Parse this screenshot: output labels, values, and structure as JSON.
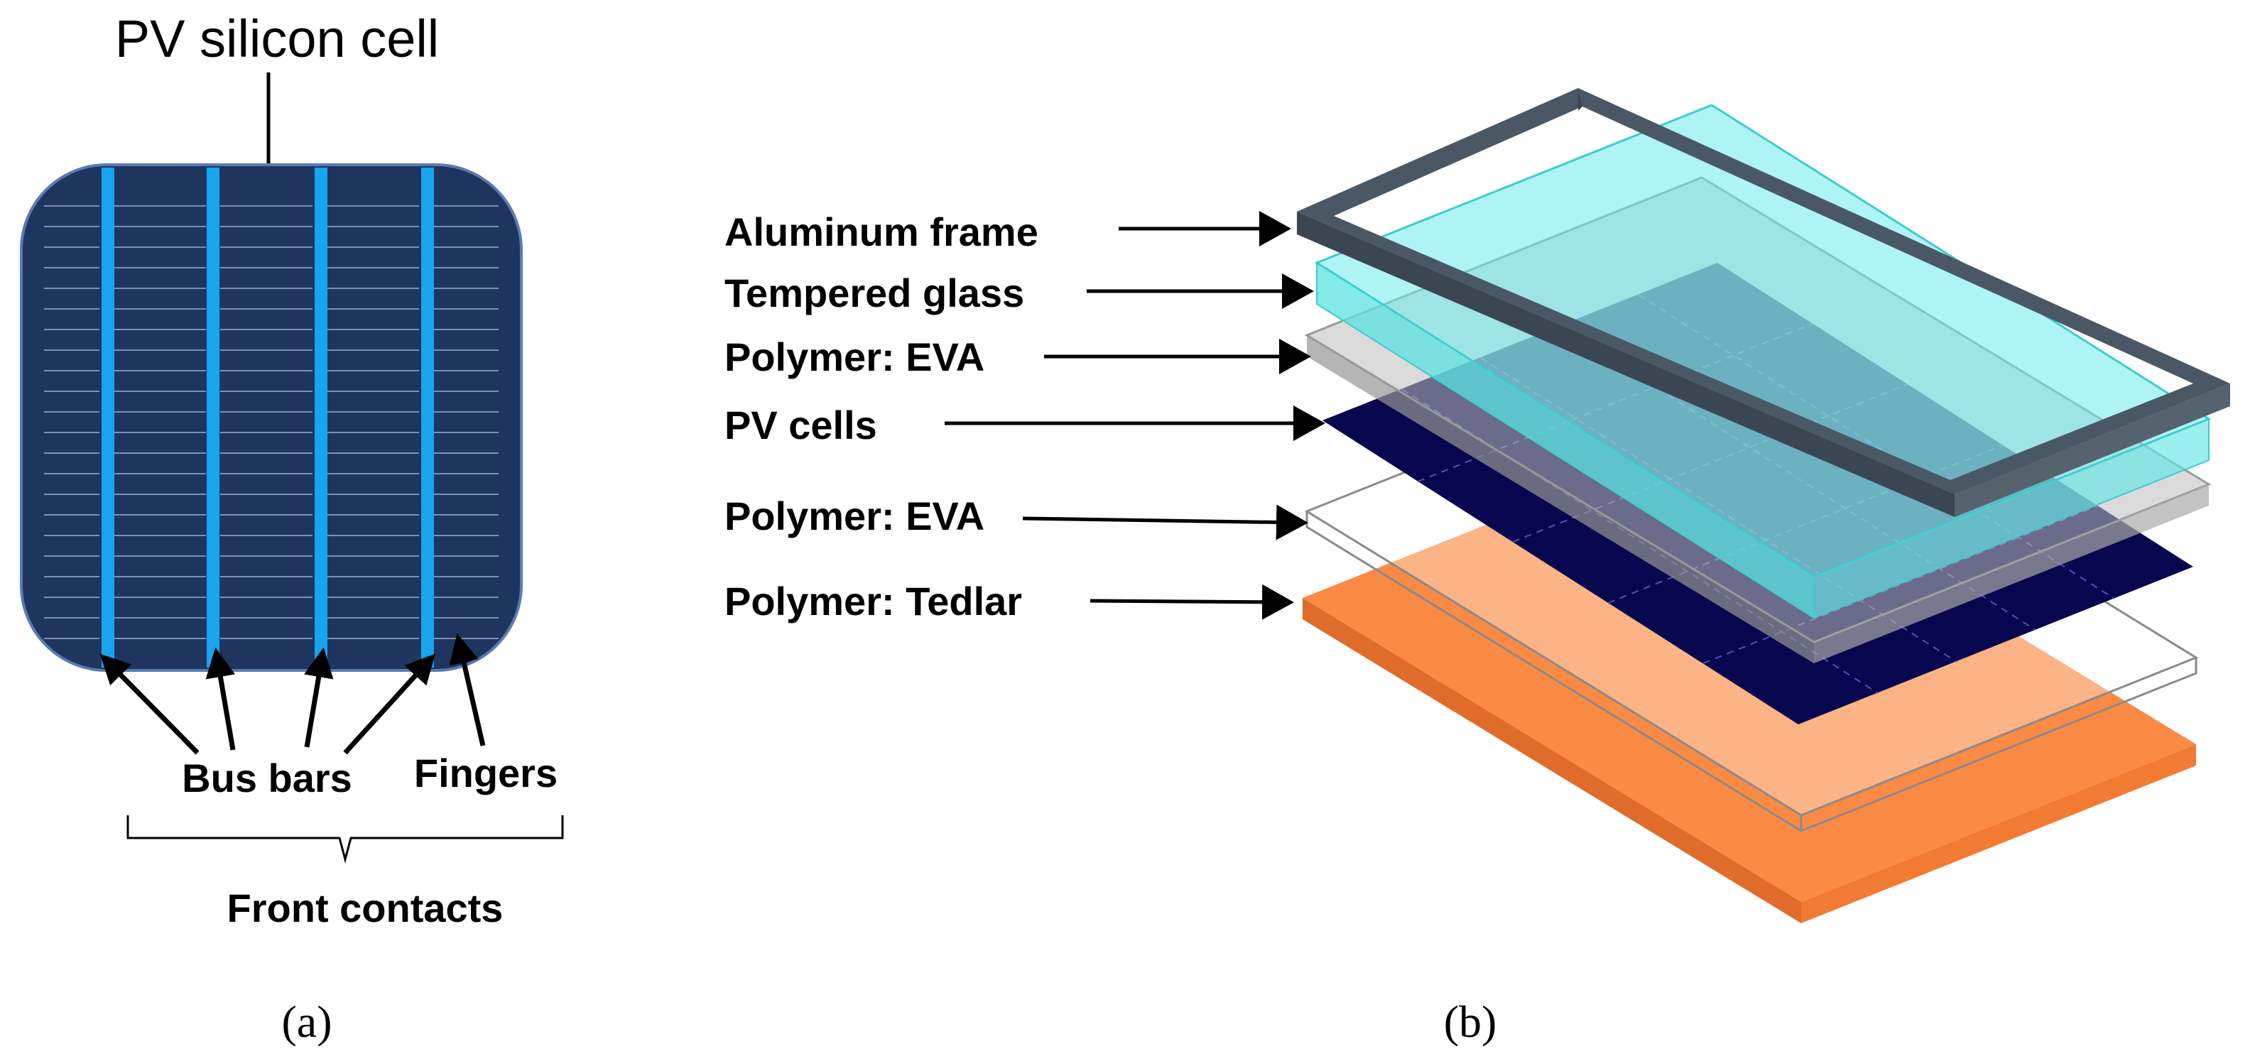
{
  "panel_a": {
    "title": "PV silicon cell",
    "bus_bars_label": "Bus bars",
    "fingers_label": "Fingers",
    "group_label": "Front contacts",
    "panel_label": "(a)",
    "cell_color": "#1e3560",
    "busbar_color": "#16a5ee",
    "finger_color": "#7e8fb4"
  },
  "panel_b": {
    "layers": [
      {
        "label": "Aluminum frame",
        "color": "#4a5866"
      },
      {
        "label": "Tempered glass",
        "color": "#7ff0f0"
      },
      {
        "label": "Polymer: EVA",
        "color": "#d2d2d2"
      },
      {
        "label": "PV cells",
        "color": "#07074f"
      },
      {
        "label": "Polymer: EVA",
        "color": "#ffffff"
      },
      {
        "label": "Polymer: Tedlar",
        "color": "#fb8a45"
      }
    ],
    "panel_label": "(b)"
  }
}
